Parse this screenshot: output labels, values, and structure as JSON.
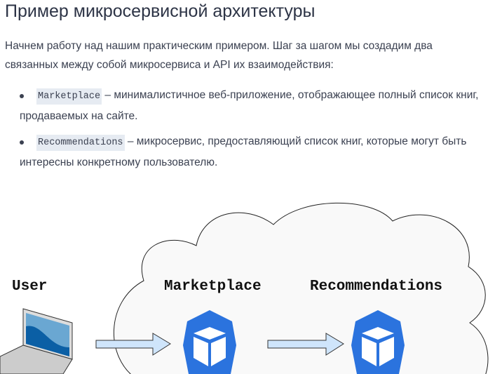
{
  "title": "Пример микросервисной архитектуры",
  "intro": "Начнем работу над нашим практическим примером. Шаг за шагом мы создадим два связанных между собой микросервиса и API их взаимодействия:",
  "items": [
    {
      "code": "Marketplace",
      "text": " – минималистичное веб-приложение, отображающее полный список книг, продаваемых на сайте."
    },
    {
      "code": "Recommendations",
      "text": " – микросервис, предоставляющий список книг, которые могут быть интересны конкретному пользователю."
    }
  ],
  "diagram": {
    "user": "User",
    "marketplace": "Marketplace",
    "recommendations": "Recommendations"
  }
}
